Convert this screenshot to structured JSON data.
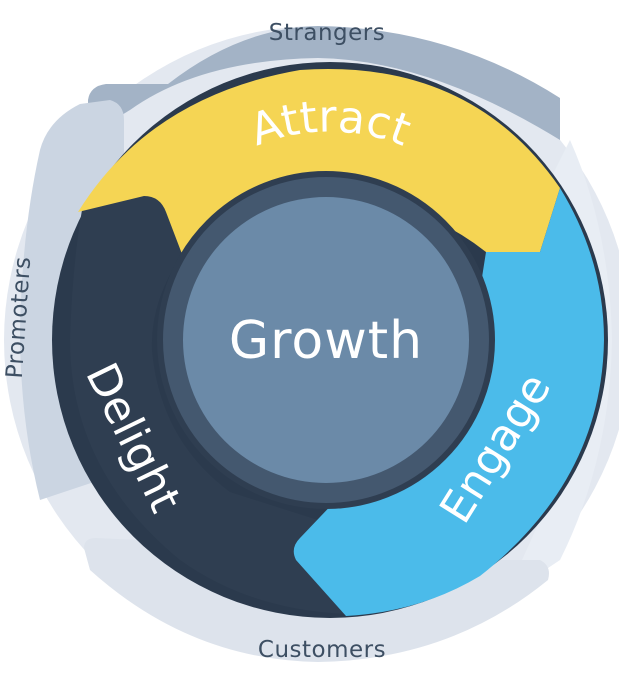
{
  "outer_ring": {
    "top_label": "Strangers",
    "bottom_label": "Customers",
    "left_label": "Promoters"
  },
  "segments": {
    "attract": "Attract",
    "engage": "Engage",
    "delight": "Delight"
  },
  "center": {
    "label": "Growth"
  },
  "colors": {
    "outer_ring_light": "#e3e8f0",
    "outer_band_top": "#a3b3c6",
    "outer_band_left": "#cbd5e2",
    "outer_band_right": "#e8edf4",
    "outer_band_bottom": "#dde3ec",
    "attract_yellow": "#f5d554",
    "engage_blue": "#4bbbea",
    "delight_navy": "#2f3e51",
    "wheel_border": "#2b3a4d",
    "hub_ring": "#44586f",
    "hub_fill": "#6b8aa8"
  }
}
